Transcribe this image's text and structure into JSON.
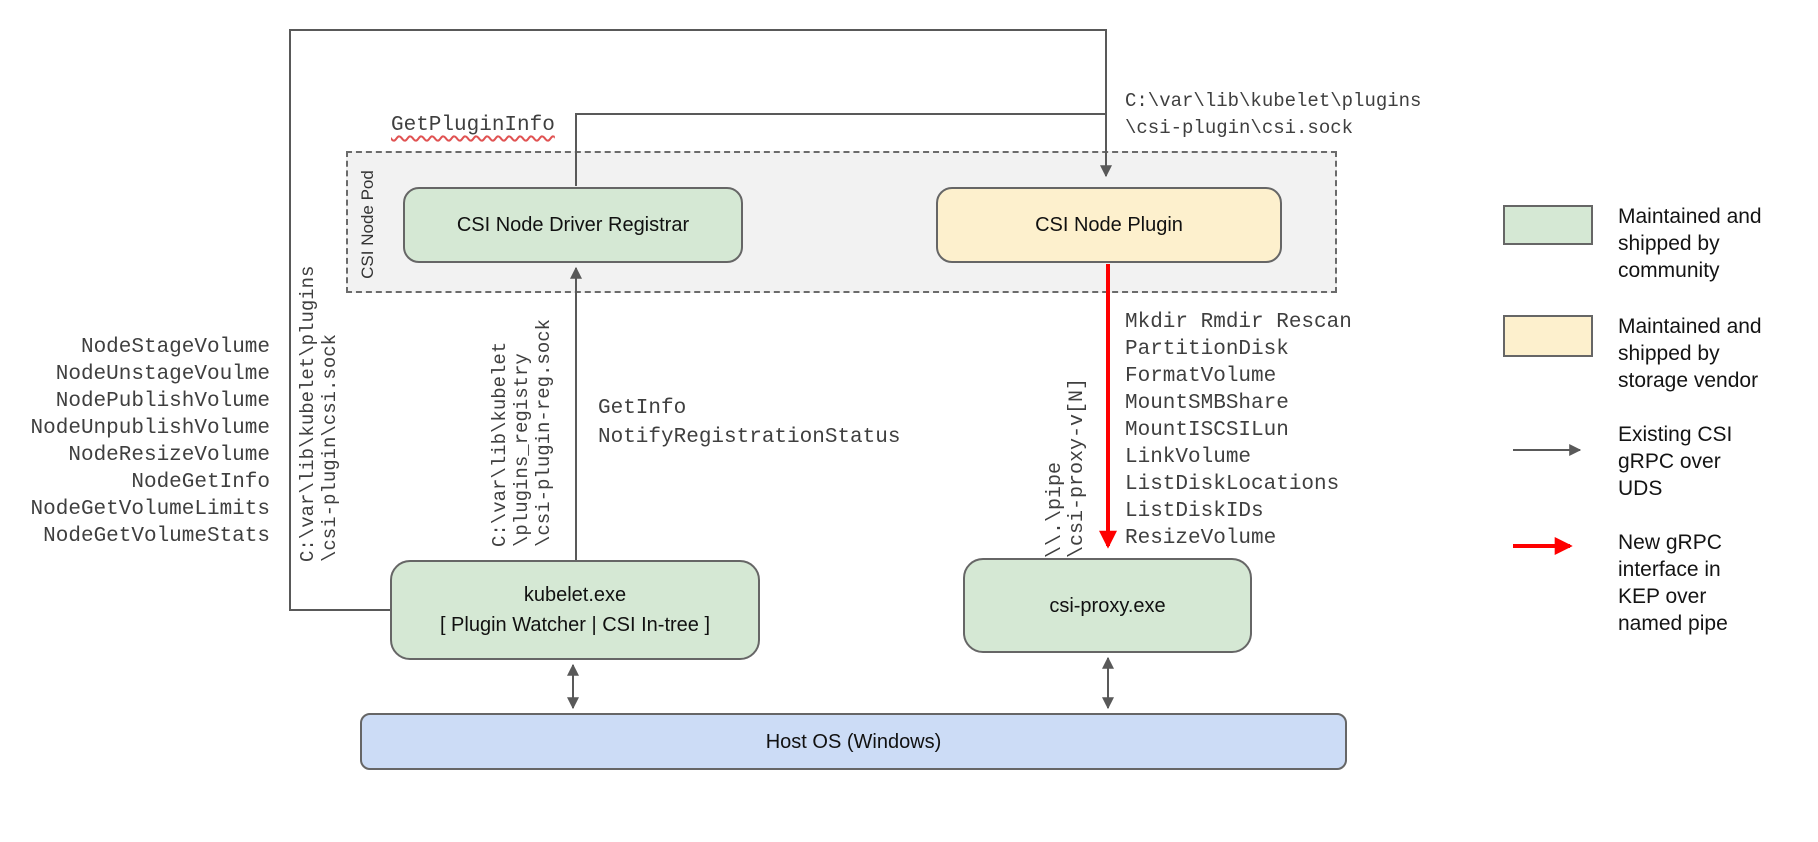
{
  "colors": {
    "community_green": "#d5e8d4",
    "vendor_yellow": "#fdf0cd",
    "host_blue": "#ccdcf6",
    "container_gray": "#f2f2f2",
    "line_gray": "#595959",
    "arrow_red": "#fe0000",
    "squiggle_red": "#e05252",
    "border_gray": "#666666"
  },
  "nodes": {
    "pod_label": "CSI Node Pod",
    "registrar": "CSI Node Driver Registrar",
    "plugin": "CSI Node Plugin",
    "kubelet": [
      "kubelet.exe",
      "[ Plugin Watcher | CSI In-tree ]"
    ],
    "csi_proxy": "csi-proxy.exe",
    "host_os": "Host OS (Windows)"
  },
  "annotations": {
    "get_plugin_info": "GetPluginInfo",
    "top_right_path": [
      "C:\\var\\lib\\kubelet\\plugins",
      "\\csi-plugin\\csi.sock"
    ],
    "node_rpc_list": [
      "NodeStageVolume",
      "NodeUnstageVoulme",
      "NodePublishVolume",
      "NodeUnpublishVolume",
      "NodeResizeVolume",
      "NodeGetInfo",
      "NodeGetVolumeLimits",
      "NodeGetVolumeStats"
    ],
    "registration_rpc_list": [
      "GetInfo",
      "NotifyRegistrationStatus"
    ],
    "proxy_api_list": [
      "Mkdir Rmdir Rescan",
      "PartitionDisk",
      "FormatVolume",
      "MountSMBShare",
      "MountISCSILun",
      "LinkVolume",
      "ListDiskLocations",
      "ListDiskIDs",
      "ResizeVolume"
    ],
    "csi_socket_path": [
      "C:\\var\\lib\\kubelet\\plugins",
      "\\csi-plugin\\csi.sock"
    ],
    "registry_socket_path": [
      "C:\\var\\lib\\kubelet",
      "\\plugins_registry",
      "\\csi-plugin-reg.sock"
    ],
    "named_pipe_path": [
      "\\\\.\\pipe",
      "\\csi-proxy-v[N]"
    ]
  },
  "legend": {
    "community": [
      "Maintained and",
      "shipped by",
      "community"
    ],
    "vendor": [
      "Maintained and",
      "shipped by",
      "storage vendor"
    ],
    "existing_grpc": [
      "Existing CSI",
      "gRPC over",
      "UDS"
    ],
    "new_grpc": [
      "New gRPC",
      "interface in",
      "KEP over",
      "named pipe"
    ]
  }
}
